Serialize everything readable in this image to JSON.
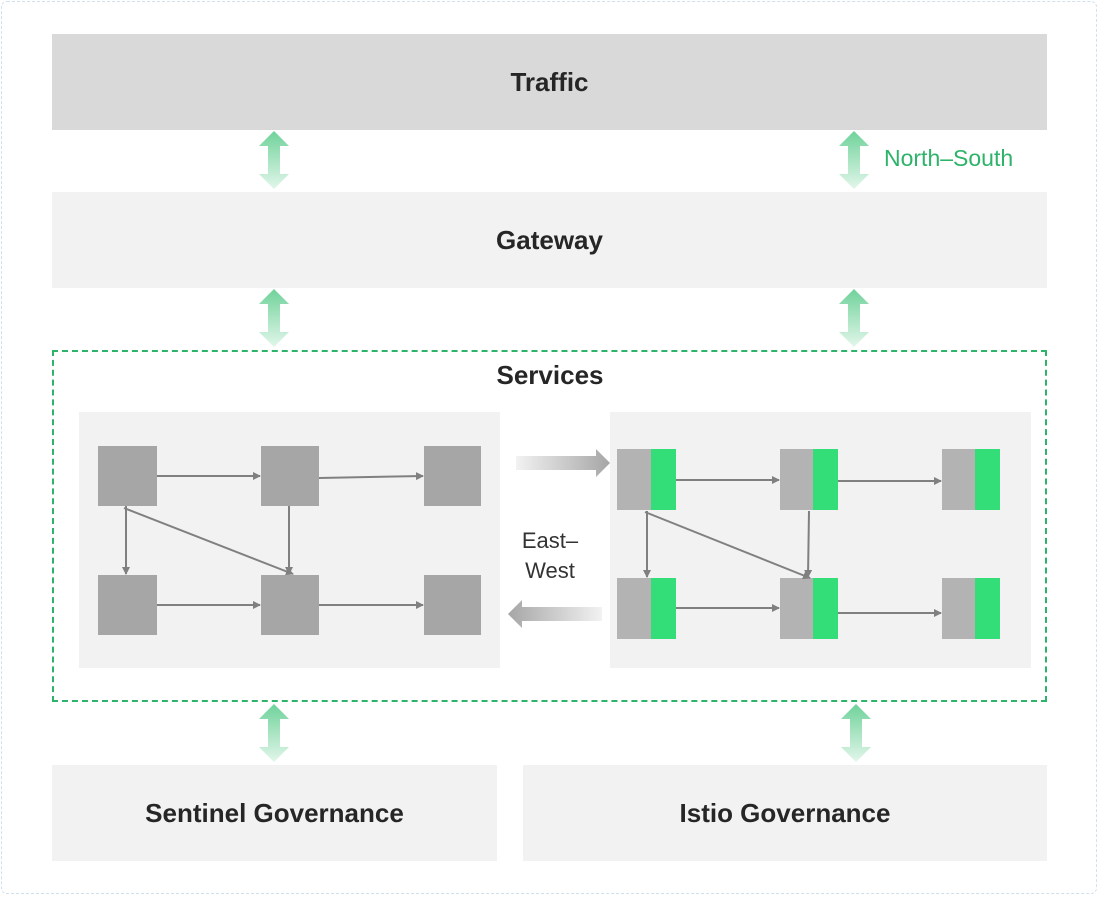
{
  "layers": {
    "traffic": "Traffic",
    "gateway": "Gateway",
    "services": "Services",
    "sentinel": "Sentinel Governance",
    "istio": "Istio Governance"
  },
  "labels": {
    "north_south": "North–South",
    "east_west_line1": "East–",
    "east_west_line2": "West"
  },
  "colors": {
    "traffic_band": "#d9d9d9",
    "light_band": "#f2f2f2",
    "services_border": "#2db36a",
    "accent_green": "#2db36a",
    "node_gray": "#a6a6a6",
    "node_light_gray": "#b3b3b3",
    "sidecar_green": "#33dd77",
    "edge_gray": "#808080"
  }
}
